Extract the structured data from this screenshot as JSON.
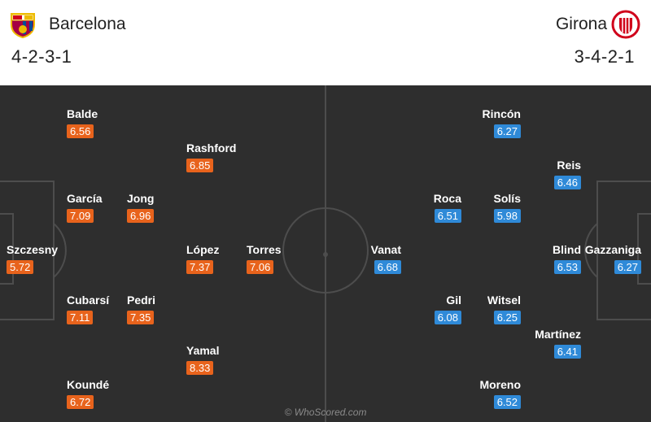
{
  "home": {
    "name": "Barcelona",
    "formation": "4-2-3-1",
    "crest_icon": "barcelona-crest-icon",
    "rating_color": "#e8631c",
    "players": [
      {
        "name": "Balde",
        "rating": "6.56"
      },
      {
        "name": "Rashford",
        "rating": "6.85"
      },
      {
        "name": "García",
        "rating": "7.09"
      },
      {
        "name": "Jong",
        "rating": "6.96"
      },
      {
        "name": "Szczesny",
        "rating": "5.72"
      },
      {
        "name": "López",
        "rating": "7.37"
      },
      {
        "name": "Torres",
        "rating": "7.06"
      },
      {
        "name": "Cubarsí",
        "rating": "7.11"
      },
      {
        "name": "Pedri",
        "rating": "7.35"
      },
      {
        "name": "Yamal",
        "rating": "8.33"
      },
      {
        "name": "Koundé",
        "rating": "6.72"
      }
    ]
  },
  "away": {
    "name": "Girona",
    "formation": "3-4-2-1",
    "crest_icon": "girona-crest-icon",
    "rating_color": "#2f8ad8",
    "players": [
      {
        "name": "Rincón",
        "rating": "6.27"
      },
      {
        "name": "Reis",
        "rating": "6.46"
      },
      {
        "name": "Roca",
        "rating": "6.51"
      },
      {
        "name": "Solís",
        "rating": "5.98"
      },
      {
        "name": "Vanat",
        "rating": "6.68"
      },
      {
        "name": "Blind",
        "rating": "6.53"
      },
      {
        "name": "Gazzaniga",
        "rating": "6.27"
      },
      {
        "name": "Gil",
        "rating": "6.08"
      },
      {
        "name": "Witsel",
        "rating": "6.25"
      },
      {
        "name": "Martínez",
        "rating": "6.41"
      },
      {
        "name": "Moreno",
        "rating": "6.52"
      }
    ]
  },
  "watermark": "© WhoScored.com"
}
